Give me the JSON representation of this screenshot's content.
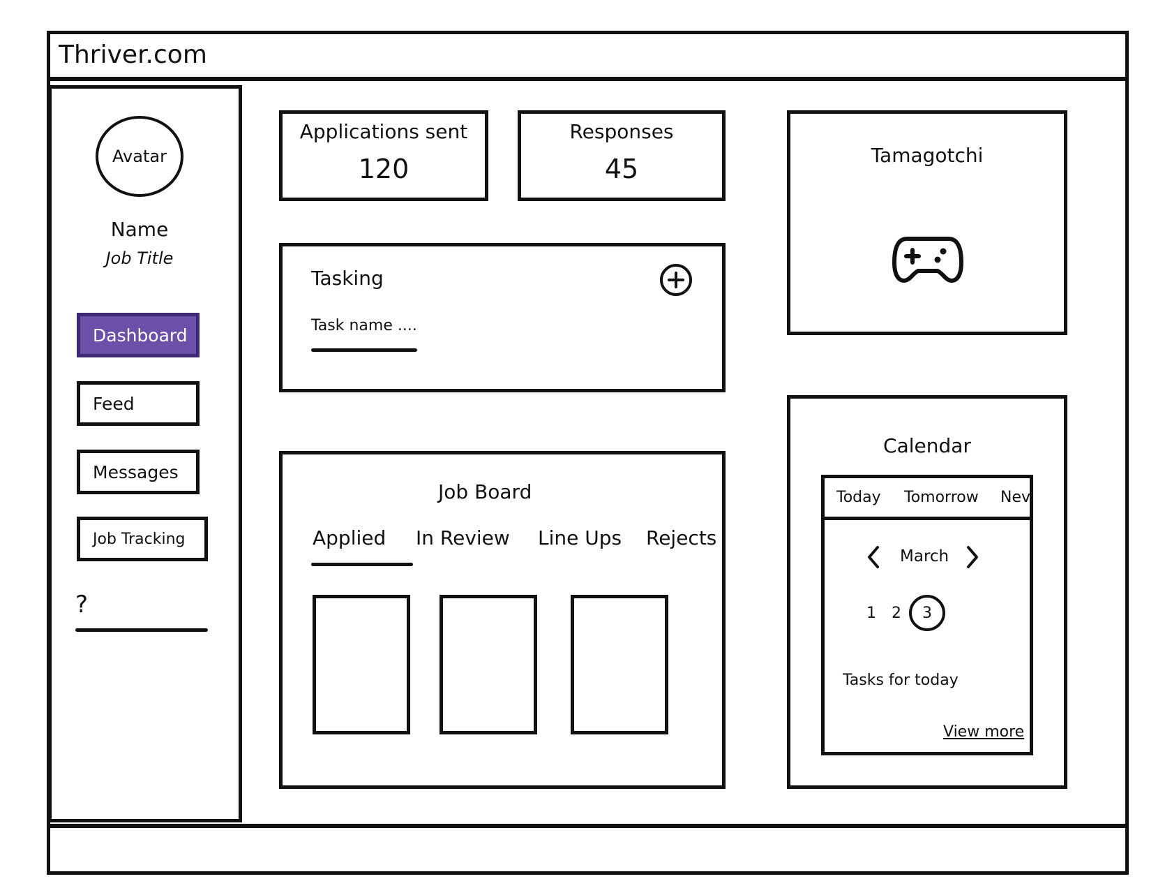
{
  "app": {
    "title": "Thriver.com"
  },
  "sidebar": {
    "avatar_label": "Avatar",
    "user_name": "Name",
    "job_title": "Job Title",
    "items": [
      {
        "label": "Dashboard",
        "active": true
      },
      {
        "label": "Feed",
        "active": false
      },
      {
        "label": "Messages",
        "active": false
      },
      {
        "label": "Job Tracking",
        "active": false
      }
    ],
    "help_label": "?"
  },
  "stats": [
    {
      "label": "Applications sent",
      "value": "120"
    },
    {
      "label": "Responses",
      "value": "45"
    }
  ],
  "tasking": {
    "title": "Tasking",
    "task_placeholder": "Task name ...."
  },
  "job_board": {
    "title": "Job Board",
    "tabs": [
      "Applied",
      "In Review",
      "Line Ups",
      "Rejects"
    ],
    "active_tab": "Applied"
  },
  "tamagotchi": {
    "title": "Tamagotchi",
    "icon": "gamepad-icon"
  },
  "calendar": {
    "title": "Calendar",
    "tabs": [
      "Today",
      "Tomorrow",
      "Nev"
    ],
    "month": "March",
    "days": [
      "1",
      "2",
      "3"
    ],
    "selected_day": "3",
    "tasks_label": "Tasks for today",
    "view_more": "View more"
  },
  "colors": {
    "accent": "#6b4fa8",
    "ink": "#111111"
  }
}
